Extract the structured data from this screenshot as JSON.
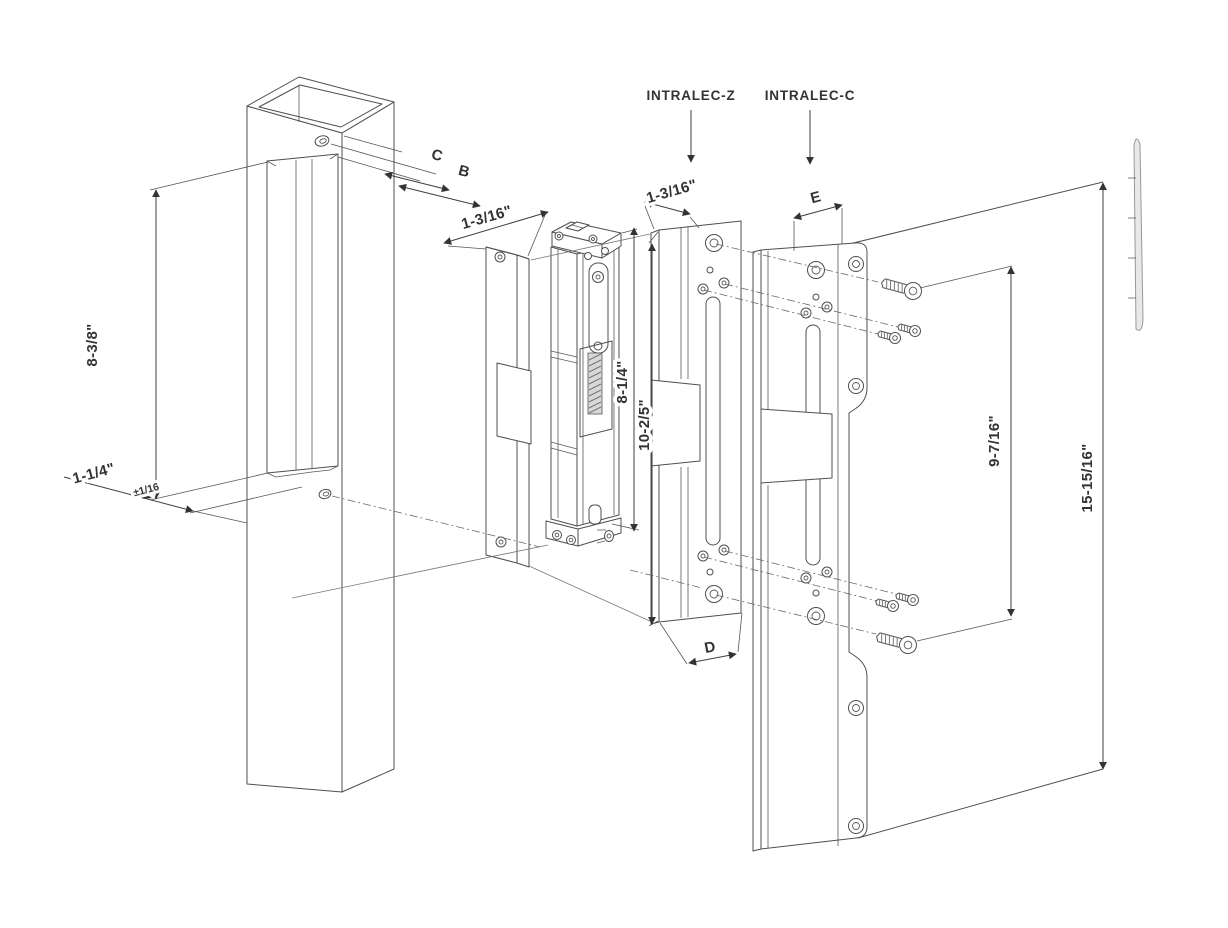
{
  "diagram": {
    "part_labels": {
      "z": "INTRALEC-Z",
      "c": "INTRALEC-C"
    },
    "dimensions": {
      "c": "C",
      "b": "B",
      "e": "E",
      "d": "D",
      "pocket_height": "8-3/8\"",
      "post_inset": "1-1/4\"",
      "post_inset_tolerance": "±1/16",
      "faceplate_width": "1-3/16\"",
      "zplate_width": "1-3/16\"",
      "strike_height": "8-1/4\"",
      "zplate_height": "10-2/5\"",
      "screw_row_span": "9-7/16\"",
      "cplate_height": "15-15/16\""
    },
    "colors": {
      "line": "#4f4f4f",
      "dim_line": "#3f3f3f",
      "text": "#333333",
      "background": "#ffffff"
    }
  }
}
